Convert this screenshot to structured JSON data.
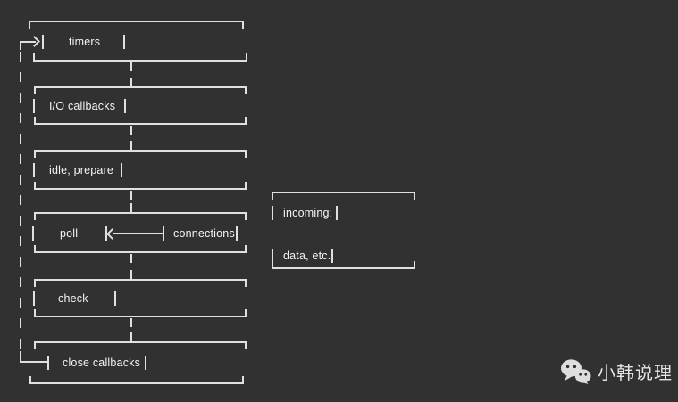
{
  "colors": {
    "background": "#313131",
    "line": "#e0e0e0",
    "text": "#f4f4f4",
    "watermark": "#e5e5e5"
  },
  "diagram": {
    "phases": [
      {
        "label": "timers"
      },
      {
        "label": "I/O callbacks"
      },
      {
        "label": "idle, prepare"
      },
      {
        "label": "poll"
      },
      {
        "label": "check"
      },
      {
        "label": "close callbacks"
      }
    ],
    "poll_arrow_label": "connections,",
    "side_box": {
      "line1": "incoming:",
      "line2": "data, etc."
    }
  },
  "watermark": {
    "label": "小韩说理",
    "icon": "wechat-icon"
  }
}
